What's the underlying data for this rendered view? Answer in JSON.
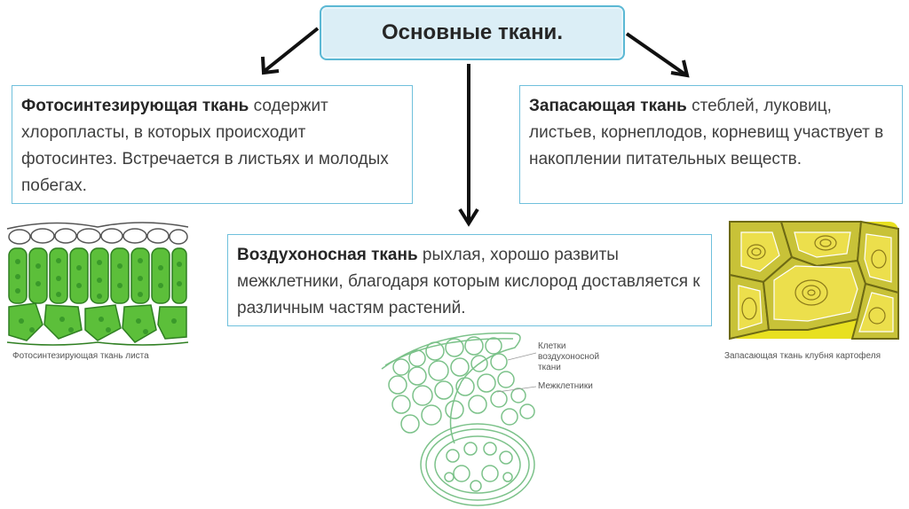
{
  "title": "Основные ткани.",
  "photosynthetic": {
    "term": "Фотосинтезирующая ткань",
    "text": " содержит хлоропласты, в которых происходит фотосинтез. Встречается в листьях и молодых побегах.",
    "caption": "Фотосинтезирующая ткань листа"
  },
  "storage": {
    "term": "Запасающая ткань",
    "text": " стеблей, луковиц, листьев, корнеплодов, корневищ участвует в накоплении питательных веществ.",
    "caption": "Запасающая ткань клубня картофеля"
  },
  "aerenchyma": {
    "term": "Воздухоносная ткань",
    "text": " рыхлая, хорошо развиты межклетники, благодаря которым кислород доставляется к различным частям растений.",
    "label_cells_1": "Клетки",
    "label_cells_2": "воздухоносной",
    "label_cells_3": "ткани",
    "label_spaces": "Межклетники"
  },
  "colors": {
    "title_border": "#5bb8d4",
    "title_fill": "#dbeef6",
    "leaf_green": "#5cbf3a",
    "potato_yellow": "#e8e020",
    "aerenchyma_green": "#7cc28a"
  }
}
